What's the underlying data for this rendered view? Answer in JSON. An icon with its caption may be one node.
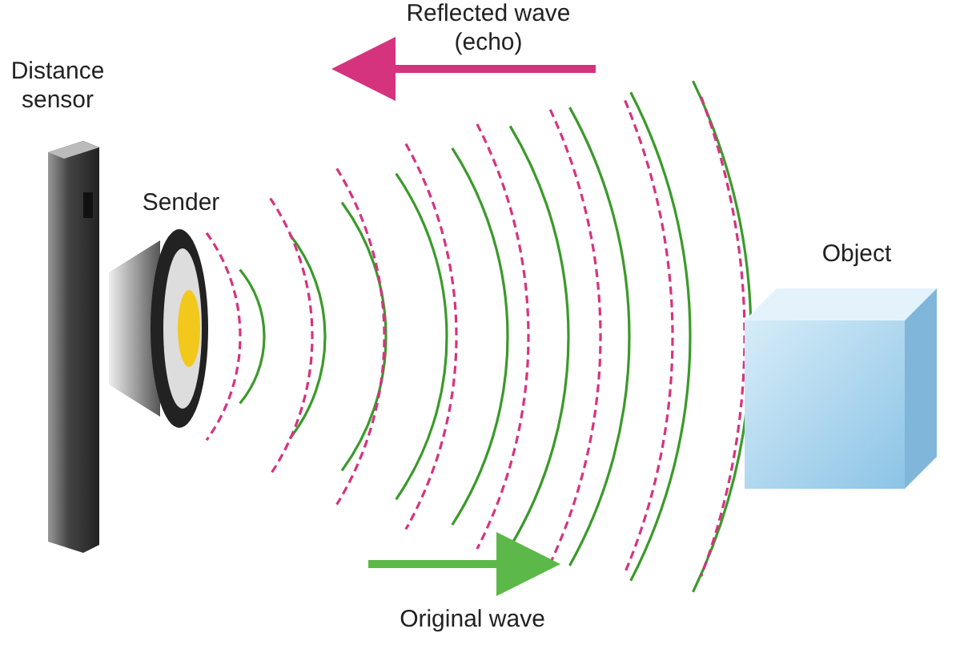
{
  "diagram": {
    "labels": [
      "Reflected wave (echo)",
      "Distance sensor",
      "Sender",
      "Object",
      "Original wave"
    ]
  }
}
